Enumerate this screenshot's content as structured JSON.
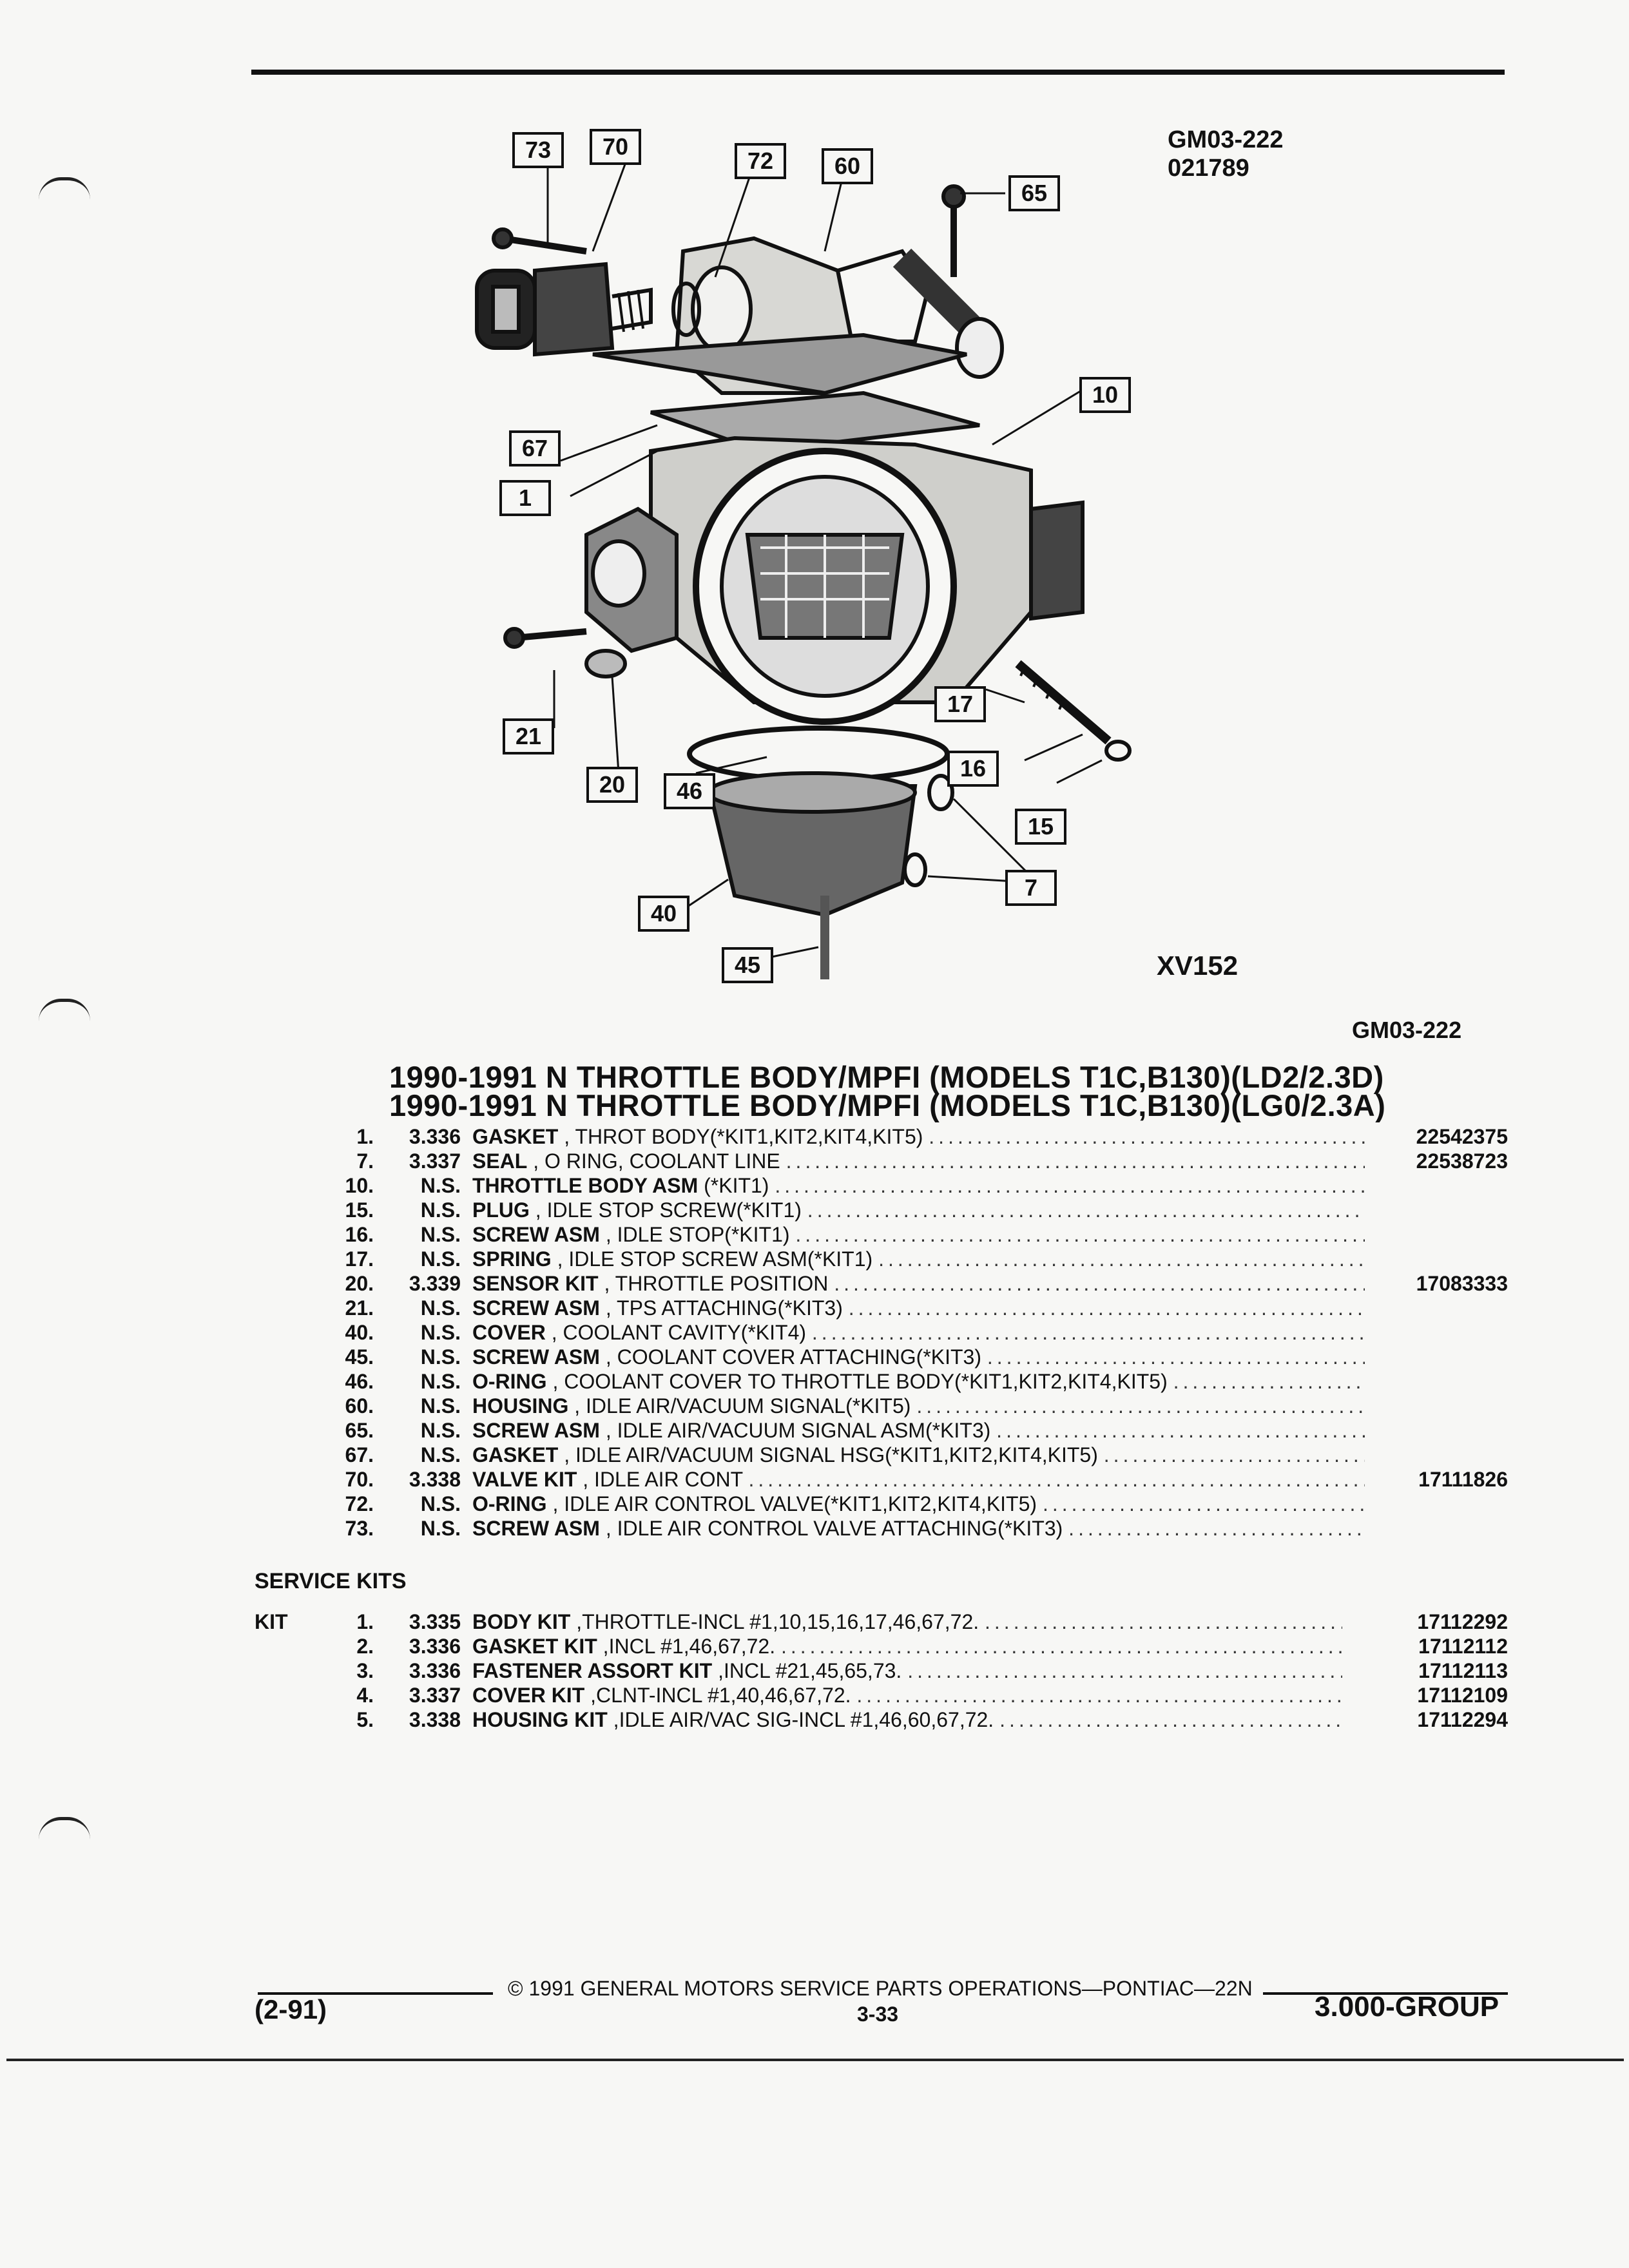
{
  "header": {
    "doc_code": "GM03-222",
    "doc_date": "021789",
    "doc_code_repeat": "GM03-222",
    "illustration_code": "XV152"
  },
  "diagram": {
    "callouts": [
      "73",
      "70",
      "72",
      "60",
      "65",
      "10",
      "67",
      "1",
      "21",
      "20",
      "46",
      "17",
      "16",
      "15",
      "7",
      "40",
      "45"
    ]
  },
  "title": {
    "line1": "1990-1991 N THROTTLE BODY/MPFI (MODELS T1C,B130)(LD2/2.3D)",
    "line2": "1990-1991 N THROTTLE BODY/MPFI (MODELS T1C,B130)(LG0/2.3A)"
  },
  "parts": [
    {
      "num": "1.",
      "code": "3.336",
      "name": "GASKET",
      "desc": ", THROT BODY(*KIT1,KIT2,KIT4,KIT5)",
      "part": "22542375"
    },
    {
      "num": "7.",
      "code": "3.337",
      "name": "SEAL",
      "desc": ", O RING, COOLANT LINE",
      "part": "22538723"
    },
    {
      "num": "10.",
      "code": "N.S.",
      "name": "THROTTLE BODY ASM",
      "desc": "(*KIT1)",
      "part": ""
    },
    {
      "num": "15.",
      "code": "N.S.",
      "name": "PLUG",
      "desc": ", IDLE STOP SCREW(*KIT1)",
      "part": ""
    },
    {
      "num": "16.",
      "code": "N.S.",
      "name": "SCREW ASM",
      "desc": ", IDLE STOP(*KIT1)",
      "part": ""
    },
    {
      "num": "17.",
      "code": "N.S.",
      "name": "SPRING",
      "desc": ", IDLE STOP SCREW ASM(*KIT1)",
      "part": ""
    },
    {
      "num": "20.",
      "code": "3.339",
      "name": "SENSOR KIT",
      "desc": ", THROTTLE POSITION",
      "part": "17083333"
    },
    {
      "num": "21.",
      "code": "N.S.",
      "name": "SCREW ASM",
      "desc": ", TPS ATTACHING(*KIT3)",
      "part": ""
    },
    {
      "num": "40.",
      "code": "N.S.",
      "name": "COVER",
      "desc": ", COOLANT CAVITY(*KIT4)",
      "part": ""
    },
    {
      "num": "45.",
      "code": "N.S.",
      "name": "SCREW ASM",
      "desc": ", COOLANT COVER ATTACHING(*KIT3)",
      "part": ""
    },
    {
      "num": "46.",
      "code": "N.S.",
      "name": "O-RING",
      "desc": ", COOLANT COVER TO THROTTLE BODY(*KIT1,KIT2,KIT4,KIT5)",
      "part": ""
    },
    {
      "num": "60.",
      "code": "N.S.",
      "name": "HOUSING",
      "desc": ", IDLE AIR/VACUUM SIGNAL(*KIT5)",
      "part": ""
    },
    {
      "num": "65.",
      "code": "N.S.",
      "name": "SCREW ASM",
      "desc": ", IDLE AIR/VACUUM SIGNAL ASM(*KIT3)",
      "part": ""
    },
    {
      "num": "67.",
      "code": "N.S.",
      "name": "GASKET",
      "desc": ", IDLE AIR/VACUUM SIGNAL HSG(*KIT1,KIT2,KIT4,KIT5)",
      "part": ""
    },
    {
      "num": "70.",
      "code": "3.338",
      "name": "VALVE KIT",
      "desc": ", IDLE AIR CONT",
      "part": "17111826"
    },
    {
      "num": "72.",
      "code": "N.S.",
      "name": "O-RING",
      "desc": ", IDLE AIR CONTROL VALVE(*KIT1,KIT2,KIT4,KIT5)",
      "part": ""
    },
    {
      "num": "73.",
      "code": "N.S.",
      "name": "SCREW ASM",
      "desc": ", IDLE AIR CONTROL VALVE ATTACHING(*KIT3)",
      "part": ""
    }
  ],
  "service_kits": {
    "heading": "SERVICE KITS",
    "kit_label": "KIT",
    "items": [
      {
        "num": "1.",
        "code": "3.335",
        "name": "BODY KIT",
        "desc": ",THROTTLE-INCL #1,10,15,16,17,46,67,72.",
        "part": "17112292"
      },
      {
        "num": "2.",
        "code": "3.336",
        "name": "GASKET KIT",
        "desc": ",INCL #1,46,67,72.",
        "part": "17112112"
      },
      {
        "num": "3.",
        "code": "3.336",
        "name": "FASTENER ASSORT KIT",
        "desc": ",INCL #21,45,65,73.",
        "part": "17112113"
      },
      {
        "num": "4.",
        "code": "3.337",
        "name": "COVER KIT",
        "desc": ",CLNT-INCL #1,40,46,67,72.",
        "part": "17112109"
      },
      {
        "num": "5.",
        "code": "3.338",
        "name": "HOUSING KIT",
        "desc": ",IDLE AIR/VAC SIG-INCL #1,46,60,67,72.",
        "part": "17112294"
      }
    ]
  },
  "footer": {
    "copyright": "© 1991 GENERAL MOTORS SERVICE PARTS OPERATIONS—PONTIAC—22N",
    "date": "(2-91)",
    "page": "3-33",
    "group": "3.000-GROUP"
  }
}
